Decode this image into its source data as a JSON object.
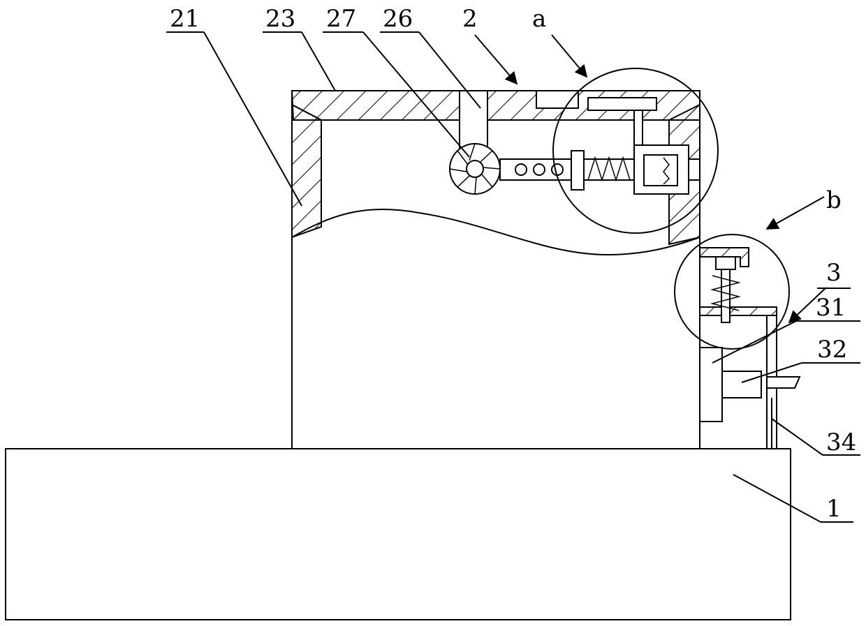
{
  "labels": {
    "l21": "21",
    "l23": "23",
    "l27": "27",
    "l26": "26",
    "l2": "2",
    "la": "a",
    "lb": "b",
    "l3": "3",
    "l31": "31",
    "l32": "32",
    "l34": "34",
    "l1": "1"
  }
}
